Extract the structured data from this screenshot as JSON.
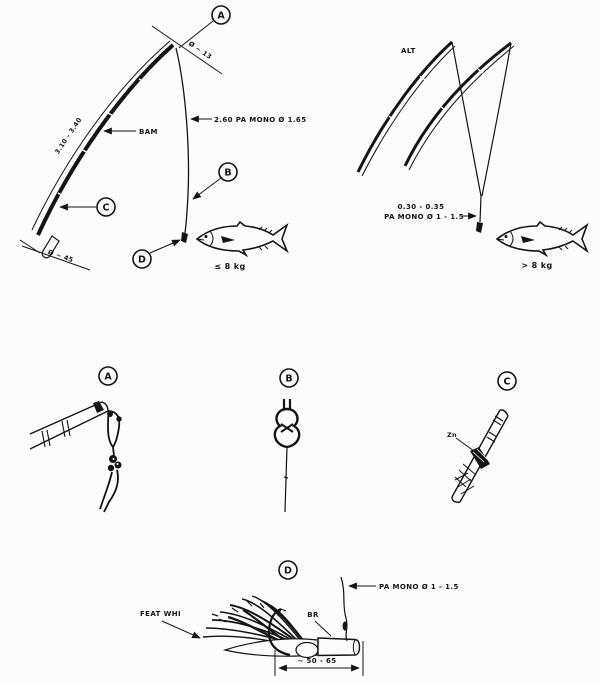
{
  "colors": {
    "background": "#fcfcfc",
    "ink": "#141414"
  },
  "main_rig": {
    "callout_a": "A",
    "callout_b": "B",
    "callout_c": "C",
    "callout_d": "D",
    "pole_length": "3.10 - 3.40",
    "tip_diameter": "Ø ~ 13",
    "butt_diameter": "Ø ~ 45",
    "pole_material": "BAM",
    "line_spec": "2.60 PA MONO Ø 1.65",
    "fish_weight": "≤ 8 kg"
  },
  "alt_rig": {
    "title": "ALT",
    "line_length": "0.30 - 0.35",
    "line_spec": "PA MONO Ø 1 - 1.5",
    "fish_weight": "> 8 kg"
  },
  "detail_a": {
    "callout": "A"
  },
  "detail_b": {
    "callout": "B"
  },
  "detail_c": {
    "callout": "C",
    "material_note": "Zn"
  },
  "detail_d": {
    "callout": "D",
    "feather_label": "FEAT WHI",
    "binding_label": "BR",
    "line_spec": "PA MONO Ø 1 - 1.5",
    "length_dim": "~ 50 - 65"
  }
}
